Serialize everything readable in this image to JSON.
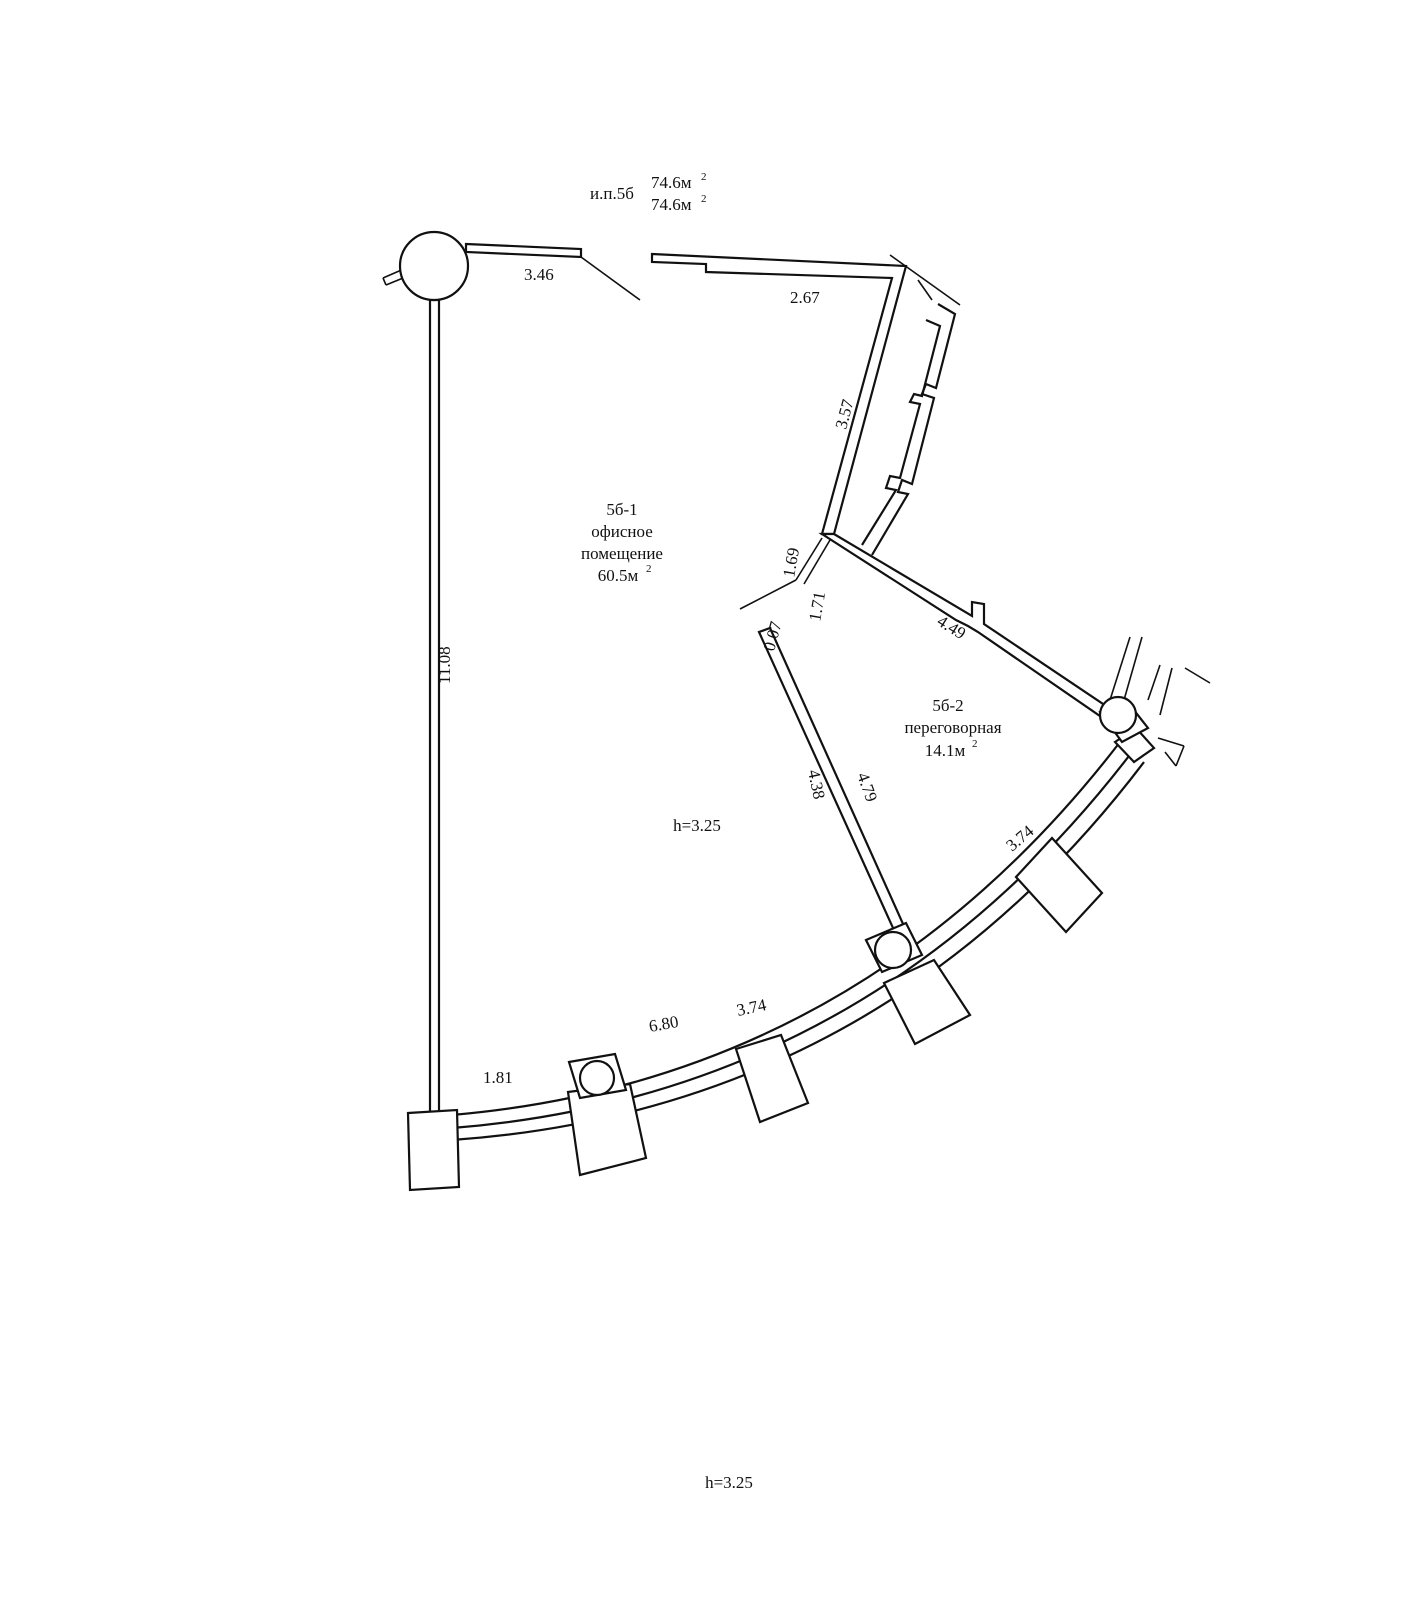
{
  "header": {
    "prefix": "и.п.5б",
    "area_top": "74.6м",
    "area_bottom": "74.6м",
    "sup": "2"
  },
  "rooms": [
    {
      "code": "5б-1",
      "name_line1": "офисное",
      "name_line2": "помещение",
      "area": "60.5м",
      "sup": "2"
    },
    {
      "code": "5б-2",
      "name_line1": "переговорная",
      "area": "14.1м",
      "sup": "2"
    }
  ],
  "ceiling_height_inside": "h=3.25",
  "ceiling_height_footer": "h=3.25",
  "dimensions": {
    "d_346": "3.46",
    "d_267": "2.67",
    "d_357": "3.57",
    "d_169": "1.69",
    "d_171": "1.71",
    "d_007": "0.07",
    "d_449": "4.49",
    "d_1108": "11.08",
    "d_438": "4.38",
    "d_479": "4.79",
    "d_374_right": "3.74",
    "d_374_bottom": "3.74",
    "d_680": "6.80",
    "d_181": "1.81"
  }
}
